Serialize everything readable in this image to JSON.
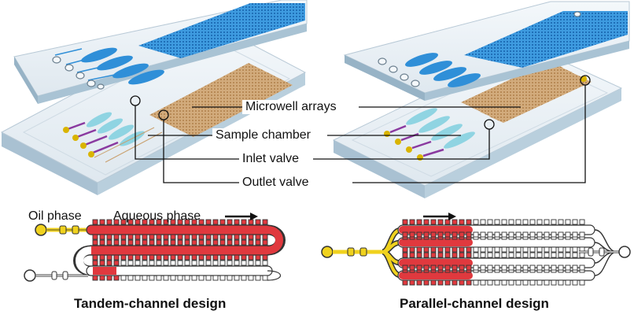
{
  "callouts": {
    "microwell": "Microwell arrays",
    "sample": "Sample chamber",
    "inlet": "Inlet valve",
    "outlet": "Outlet valve"
  },
  "tandem": {
    "oil_label": "Oil phase",
    "aqueous_label": "Aqueous phase",
    "caption": "Tandem-channel design"
  },
  "parallel": {
    "caption": "Parallel-channel design"
  },
  "colors": {
    "glass_edge": "#9ab6c8",
    "channel_blue": "#2f8fd8",
    "chamber_cyan": "#8fd4e2",
    "gold": "#d9b400",
    "purple": "#8a3aa0",
    "microwell_brown": "#c9a06e",
    "aqueous_red": "#e0393e",
    "oil_yellow": "#f0d21e"
  }
}
